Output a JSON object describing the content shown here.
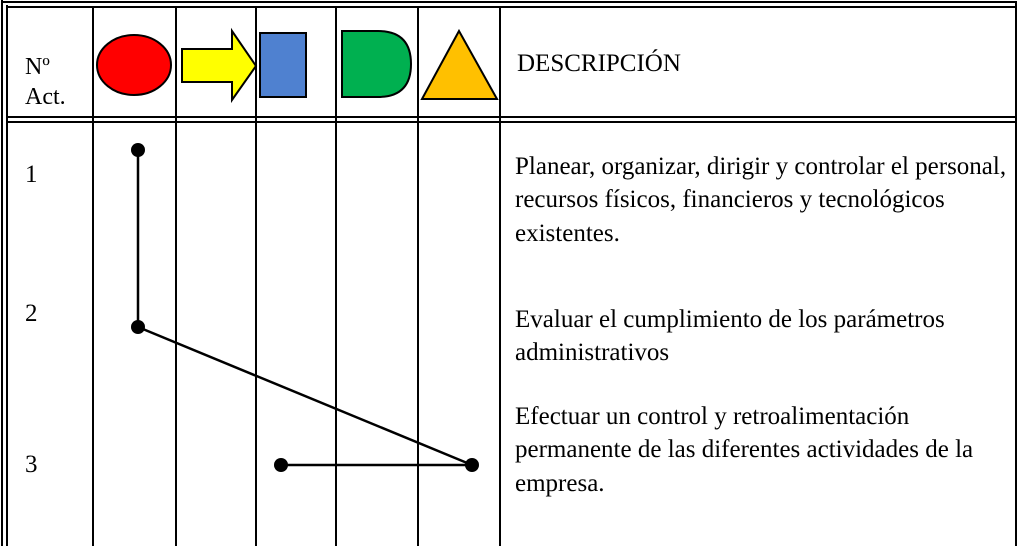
{
  "header": {
    "number_label_line1": "Nº",
    "number_label_line2": "Act.",
    "description_label": "DESCRIPCIÓN",
    "symbols": [
      {
        "name": "operation-ellipse-icon",
        "color": "#ff0000"
      },
      {
        "name": "transport-arrow-icon",
        "color": "#ffff00"
      },
      {
        "name": "inspection-square-icon",
        "color": "#4f81d0"
      },
      {
        "name": "delay-d-shape-icon",
        "color": "#00b050"
      },
      {
        "name": "storage-triangle-icon",
        "color": "#ffc000"
      }
    ]
  },
  "rows": [
    {
      "number": "1",
      "description": "Planear, organizar, dirigir y controlar el personal, recursos físicos, financieros y tecnológicos existentes."
    },
    {
      "number": "2",
      "description": "Evaluar el cumplimiento de los parámetros administrativos"
    },
    {
      "number": "3",
      "description": "Efectuar un control y retroalimentación permanente de las diferentes actividades de la empresa."
    }
  ]
}
